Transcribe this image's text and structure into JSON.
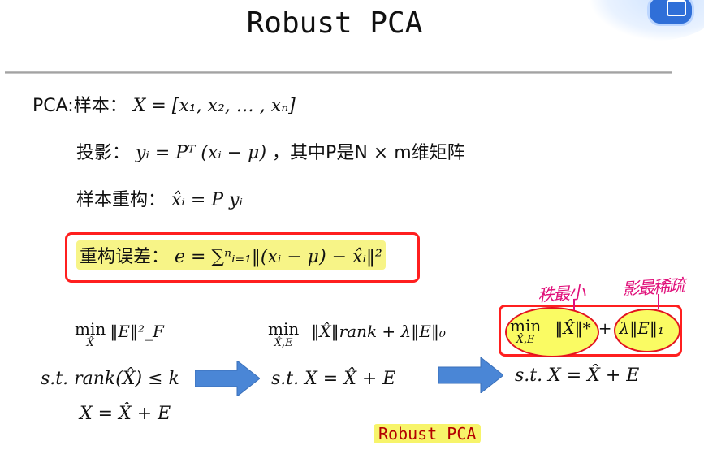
{
  "slide": {
    "title": "Robust PCA"
  },
  "pca": {
    "label": "PCA:样本：",
    "sample_formula": "X = [x₁, x₂, … , xₙ]",
    "projection_label": "投影：",
    "projection_formula": "yᵢ = Pᵀ (xᵢ − μ)",
    "projection_note": "，其中P是N × m维矩阵",
    "reconstruction_label": "样本重构：",
    "reconstruction_formula": "x̂ᵢ = P yᵢ",
    "error_label": "重构误差：",
    "error_formula": "e = ∑ⁿᵢ₌₁‖(xᵢ − μ) − x̂ᵢ‖²"
  },
  "problems": {
    "left_min": "min",
    "left_sub": "X̂",
    "left_obj": "‖E‖²_F",
    "left_st": "s.t.  rank(X̂) ≤ k",
    "left_eq": "X = X̂ + E",
    "mid_min": "min",
    "mid_sub": "X̂,E",
    "mid_obj": "‖X̂‖rank + λ‖E‖₀",
    "mid_st": "s.t. X = X̂ + E",
    "right_min": "min",
    "right_sub": "X̂,E",
    "right_obj_a": "‖X̂‖*",
    "right_plus": "+",
    "right_obj_b": "λ‖E‖₁",
    "right_st": "s.t. X = X̂ + E"
  },
  "annotations": {
    "handwritten_left": "秩最小",
    "handwritten_right": "影最稀疏",
    "robust_tag": "Robust PCA"
  },
  "colors": {
    "red_box": "#ff1f1f",
    "highlight": "#f7f487",
    "arrow_fill": "#4a86d6",
    "handwriting": "#e0107a"
  },
  "icons": {
    "corner": "presentation-tool-icon",
    "arrow1": "right-arrow-icon",
    "arrow2": "right-arrow-icon"
  }
}
